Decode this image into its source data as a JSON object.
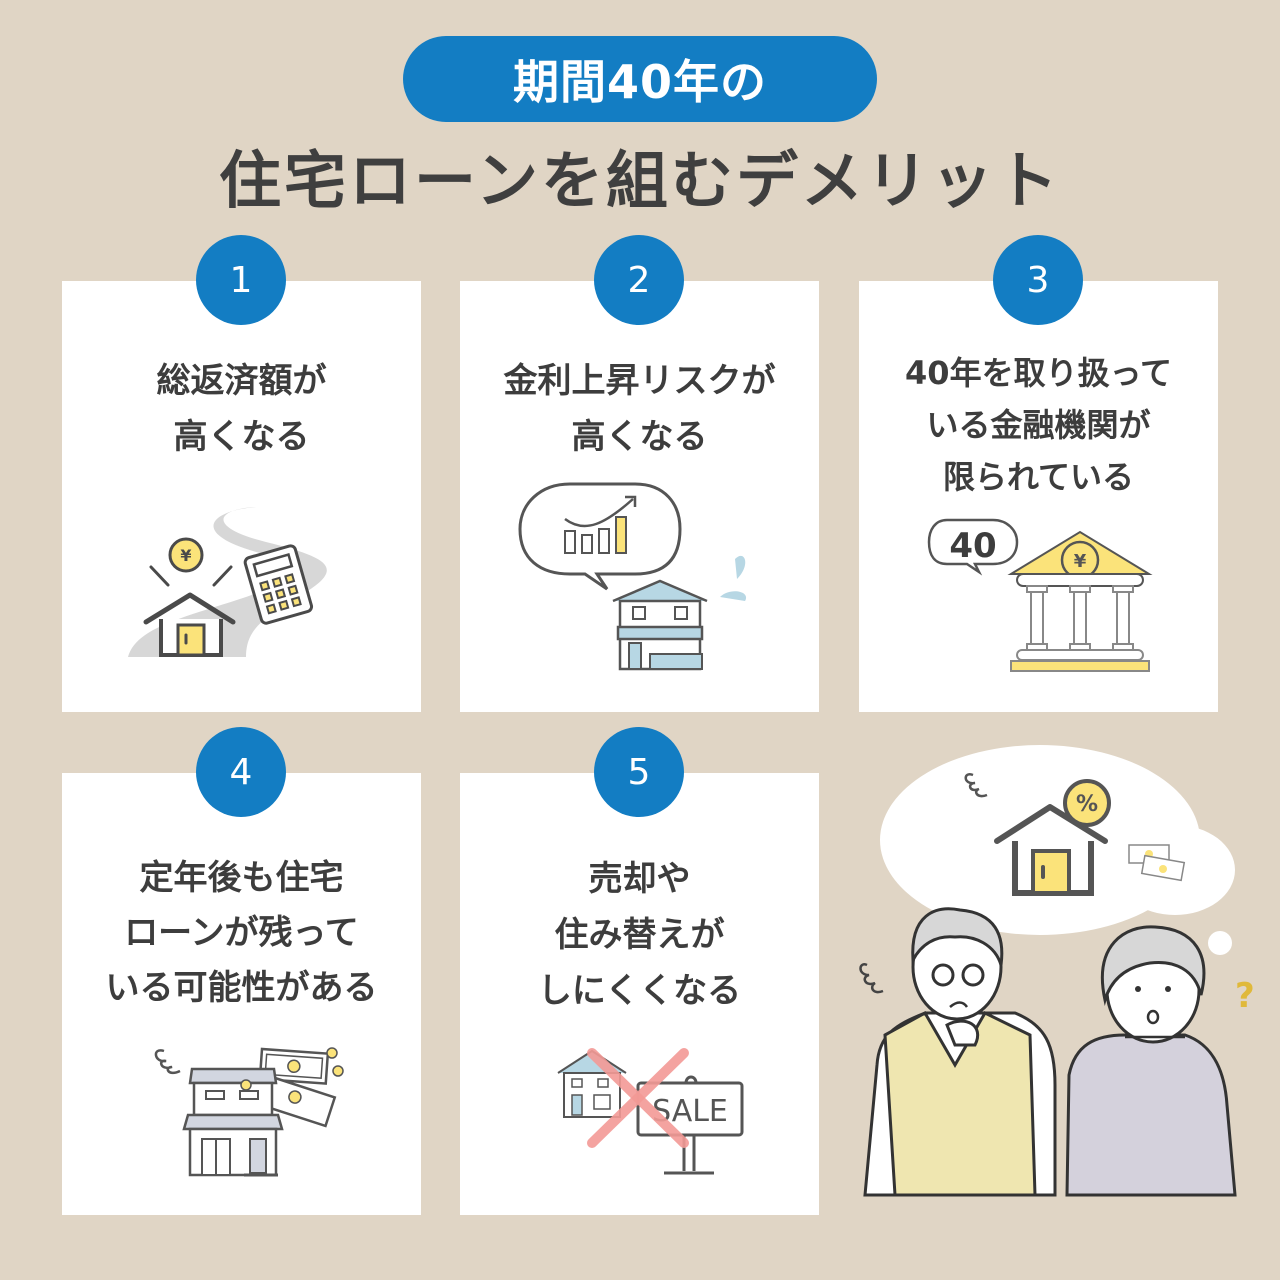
{
  "header": {
    "pill_label": "期間40年の",
    "title": "住宅ローンを組むデメリット"
  },
  "colors": {
    "background": "#e0d5c5",
    "accent_blue": "#137dc3",
    "card_bg": "#ffffff",
    "text_dark": "#3d3d3d",
    "illus_yellow": "#fbe37a",
    "illus_blue": "#b7d7e4",
    "illus_gray": "#d7d7d7",
    "cross_red": "#f39a96"
  },
  "cards": [
    {
      "number": "1",
      "lines": [
        "総返済額が",
        "高くなる"
      ],
      "illustration": "house-yen-calculator-road-icon"
    },
    {
      "number": "2",
      "lines": [
        "金利上昇リスクが",
        "高くなる"
      ],
      "illustration": "rising-chart-house-icon"
    },
    {
      "number": "3",
      "lines": [
        "40年を取り扱って",
        "いる金融機関が",
        "限られている"
      ],
      "illustration": "bank-40-bubble-icon",
      "bubble_text": "40"
    },
    {
      "number": "4",
      "lines": [
        "定年後も住宅",
        "ローンが残って",
        "いる可能性がある"
      ],
      "illustration": "house-money-worry-icon"
    },
    {
      "number": "5",
      "lines": [
        "売却や",
        "住み替えが",
        "しにくくなる"
      ],
      "illustration": "house-sale-sign-crossed-icon",
      "sign_text": "SALE"
    }
  ],
  "decoration": {
    "illustration": "elderly-couple-worried-thinking-icon",
    "thought_icon": "house-percent-money-icon",
    "percent_symbol": "%",
    "question_mark": "?"
  }
}
